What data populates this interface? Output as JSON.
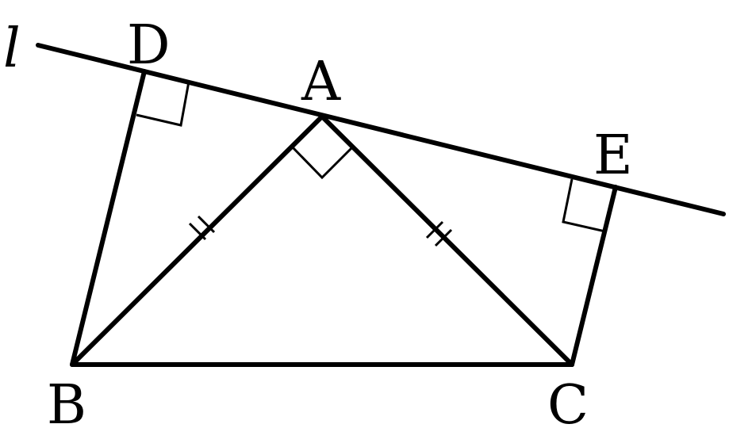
{
  "figure": {
    "line_label": "l",
    "points": {
      "A": "A",
      "B": "B",
      "C": "C",
      "D": "D",
      "E": "E"
    }
  }
}
